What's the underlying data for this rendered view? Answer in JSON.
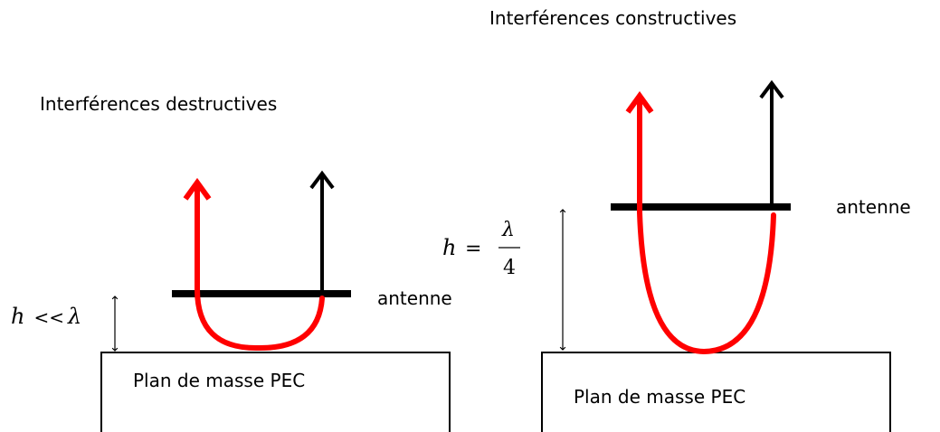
{
  "left": {
    "title": "Interférences destructives",
    "antenna_label": "antenne",
    "ground_label": "Plan de masse PEC",
    "height_label": {
      "var": "h",
      "rel": "<<",
      "sym": "λ"
    }
  },
  "right": {
    "title": "Interférences constructives",
    "antenna_label": "antenne",
    "ground_label": "Plan de masse PEC",
    "height_label": {
      "var": "h",
      "eq": "=",
      "num": "λ",
      "den": "4"
    }
  },
  "colors": {
    "reflected_wave": "#ff0000",
    "direct_wave": "#000000",
    "stroke": "#000000"
  }
}
